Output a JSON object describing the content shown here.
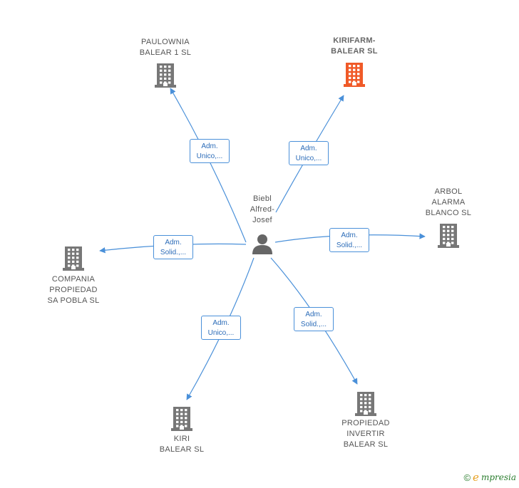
{
  "center": {
    "name": "Biebl\nAlfred-\nJosef",
    "icon": "person-icon"
  },
  "companies": [
    {
      "id": "paulownia",
      "name": "PAULOWNIA\nBALEAR 1  SL",
      "highlight": false
    },
    {
      "id": "kirifarm",
      "name": "KIRIFARM-\nBALEAR  SL",
      "highlight": true
    },
    {
      "id": "arbol",
      "name": "ARBOL\nALARMA\nBLANCO  SL",
      "highlight": false
    },
    {
      "id": "compania",
      "name": "COMPANIA\nPROPIEDAD\nSA POBLA  SL",
      "highlight": false
    },
    {
      "id": "kiri",
      "name": "KIRI\nBALEAR  SL",
      "highlight": false
    },
    {
      "id": "propiedad",
      "name": "PROPIEDAD\nINVERTIR\nBALEAR  SL",
      "highlight": false
    }
  ],
  "relations": [
    {
      "target": "paulownia",
      "label": "Adm.\nUnico,..."
    },
    {
      "target": "kirifarm",
      "label": "Adm.\nUnico,..."
    },
    {
      "target": "arbol",
      "label": "Adm.\nSolid.,..."
    },
    {
      "target": "compania",
      "label": "Adm.\nSolid.,..."
    },
    {
      "target": "kiri",
      "label": "Adm.\nUnico,..."
    },
    {
      "target": "propiedad",
      "label": "Adm.\nSolid.,..."
    }
  ],
  "colors": {
    "edge": "#4a90d9",
    "company_icon": "#777777",
    "company_icon_highlight": "#f05a28",
    "person_icon": "#666666"
  },
  "brand": {
    "copyright": "©",
    "e": "e",
    "rest": "mpresia"
  }
}
